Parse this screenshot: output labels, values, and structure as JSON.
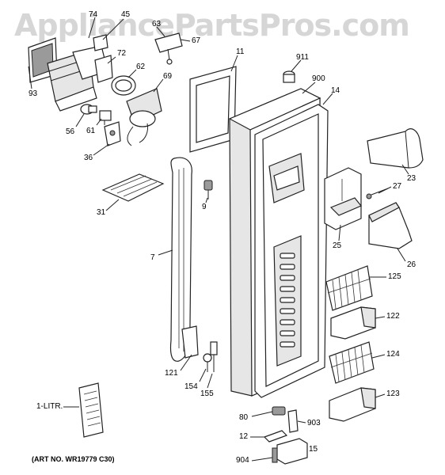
{
  "watermark": "AppliancePartsPros.com",
  "art_number": "(ART NO. WR19779 C30)",
  "part_labels": [
    {
      "id": "74",
      "text": "74"
    },
    {
      "id": "45",
      "text": "45"
    },
    {
      "id": "63",
      "text": "63"
    },
    {
      "id": "67",
      "text": "67"
    },
    {
      "id": "72",
      "text": "72"
    },
    {
      "id": "62",
      "text": "62"
    },
    {
      "id": "69",
      "text": "69"
    },
    {
      "id": "93",
      "text": "93"
    },
    {
      "id": "56",
      "text": "56"
    },
    {
      "id": "61",
      "text": "61"
    },
    {
      "id": "36",
      "text": "36"
    },
    {
      "id": "11",
      "text": "11"
    },
    {
      "id": "911",
      "text": "911"
    },
    {
      "id": "900",
      "text": "900"
    },
    {
      "id": "14",
      "text": "14"
    },
    {
      "id": "23",
      "text": "23"
    },
    {
      "id": "27",
      "text": "27"
    },
    {
      "id": "31",
      "text": "31"
    },
    {
      "id": "9",
      "text": "9"
    },
    {
      "id": "25",
      "text": "25"
    },
    {
      "id": "26",
      "text": "26"
    },
    {
      "id": "7",
      "text": "7"
    },
    {
      "id": "125",
      "text": "125"
    },
    {
      "id": "122",
      "text": "122"
    },
    {
      "id": "124",
      "text": "124"
    },
    {
      "id": "121",
      "text": "121"
    },
    {
      "id": "154",
      "text": "154"
    },
    {
      "id": "155",
      "text": "155"
    },
    {
      "id": "123",
      "text": "123"
    },
    {
      "id": "1litr",
      "text": "1-LITR."
    },
    {
      "id": "80",
      "text": "80"
    },
    {
      "id": "903",
      "text": "903"
    },
    {
      "id": "12",
      "text": "12"
    },
    {
      "id": "15",
      "text": "15"
    },
    {
      "id": "904",
      "text": "904"
    }
  ]
}
